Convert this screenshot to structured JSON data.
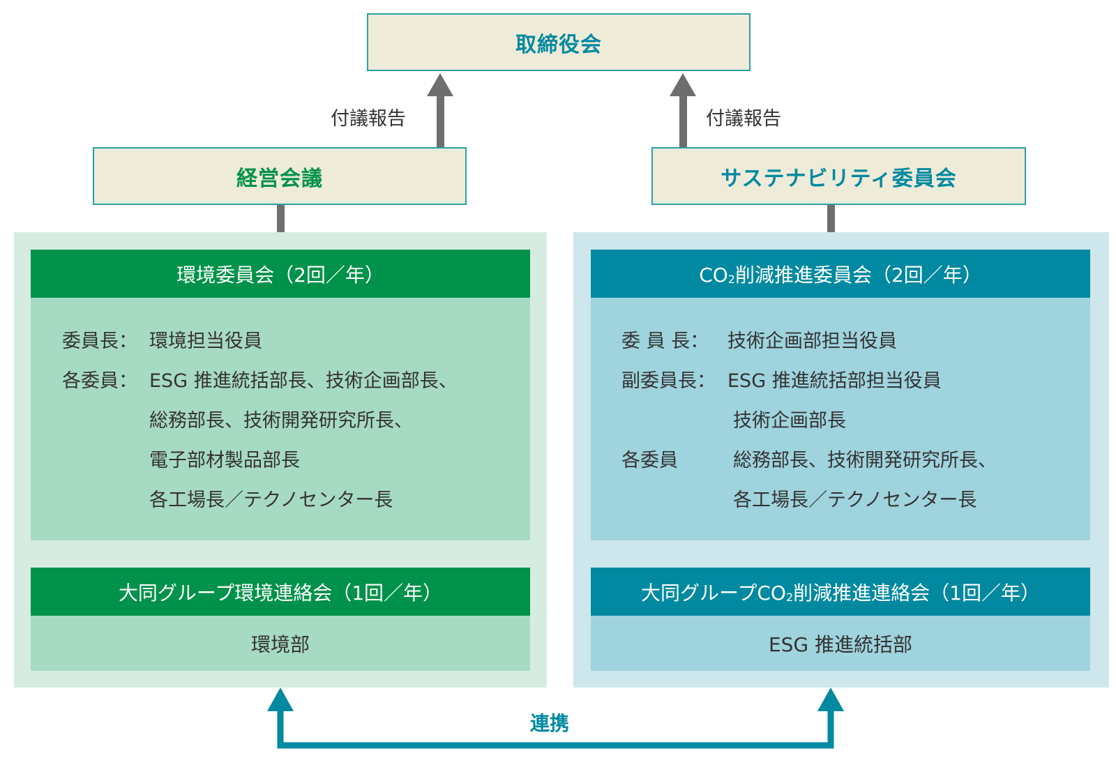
{
  "colors": {
    "green": "#00924a",
    "teal": "#0089a0",
    "green_light": "#a7dac2",
    "green_bg": "#d6ece1",
    "teal_light": "#9fd3de",
    "teal_bg": "#cde7ec",
    "box_fill": "#efebd9",
    "arrow_gray": "#6e6e6e"
  },
  "board": {
    "label": "取締役会"
  },
  "report_label_left": "付議報告",
  "report_label_right": "付議報告",
  "management_meeting": {
    "label": "経営会議"
  },
  "sustainability_committee": {
    "label": "サステナビリティ委員会"
  },
  "left": {
    "committee_title": "環境委員会（2回／年）",
    "rows": [
      {
        "role": "委員長：",
        "members": "環境担当役員"
      },
      {
        "role": "各委員：",
        "members": "ESG 推進統括部長、技術企画部長、"
      },
      {
        "role": "",
        "members": "総務部長、技術開発研究所長、"
      },
      {
        "role": "",
        "members": "電子部材製品部長"
      },
      {
        "role": "",
        "members": "各工場長／テクノセンター長"
      }
    ],
    "liaison_title": "大同グループ環境連絡会（1回／年）",
    "liaison_dept": "環境部"
  },
  "right": {
    "committee_title_pre": "CO",
    "committee_title_sub": "2",
    "committee_title_post": "削減推進委員会（2回／年）",
    "rows": [
      {
        "role": "委 員 長：",
        "members": "技術企画部担当役員"
      },
      {
        "role": "副委員長：",
        "members": "ESG 推進統括部担当役員"
      },
      {
        "role": "",
        "members": "技術企画部長"
      },
      {
        "role": "各委員",
        "members": "総務部長、技術開発研究所長、"
      },
      {
        "role": "",
        "members": "各工場長／テクノセンター長"
      }
    ],
    "liaison_title_pre": "大同グループCO",
    "liaison_title_sub": "2",
    "liaison_title_post": "削減推進連絡会（1回／年）",
    "liaison_dept": "ESG 推進統括部"
  },
  "link_label": "連携"
}
